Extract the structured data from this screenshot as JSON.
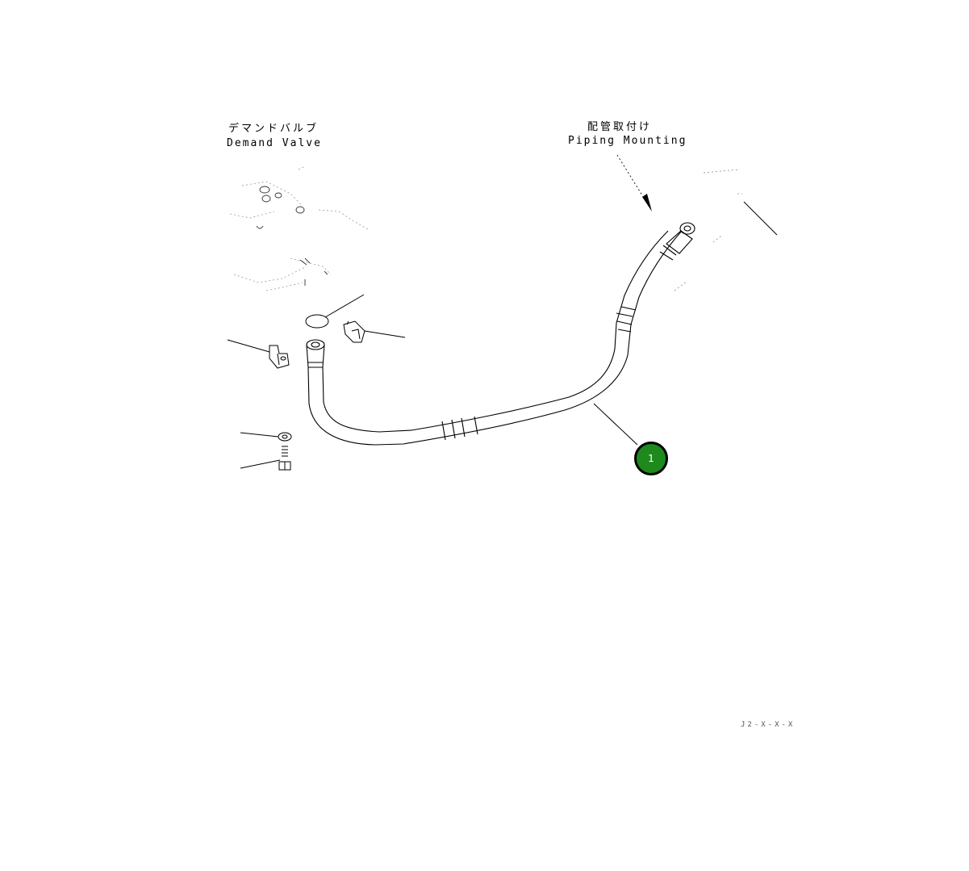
{
  "labels": {
    "demand_valve_jp": "デマンドバルブ",
    "demand_valve_en": "Demand Valve",
    "piping_mounting_jp": "配管取付け",
    "piping_mounting_en": "Piping Mounting"
  },
  "callouts": [
    {
      "number": "1",
      "color": "#1e8a1e"
    }
  ],
  "drawing_code": "J2-X-X-X"
}
